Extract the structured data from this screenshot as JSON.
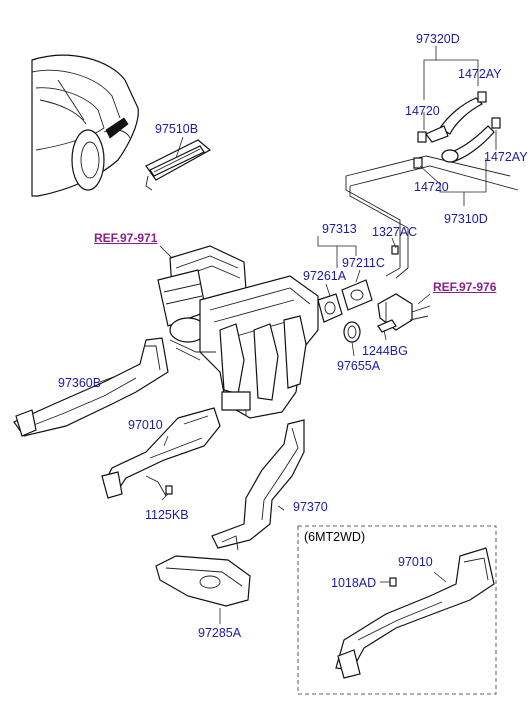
{
  "labels": {
    "p97320D": "97320D",
    "p1472AY_top": "1472AY",
    "p14720_top": "14720",
    "p1472AY_right": "1472AY",
    "p14720_bottom": "14720",
    "p97310D": "97310D",
    "p97510B": "97510B",
    "p97313": "97313",
    "p1327AC": "1327AC",
    "p97211C": "97211C",
    "p97261A": "97261A",
    "p1244BG": "1244BG",
    "p97655A": "97655A",
    "p97360B": "97360B",
    "p97010": "97010",
    "p1125KB": "1125KB",
    "p97370": "97370",
    "p97285A": "97285A",
    "p97010_box": "97010",
    "p1018AD": "1018AD"
  },
  "refs": {
    "ref971": "REF.97-971",
    "ref976": "REF.97-976"
  },
  "box": {
    "title": "(6MT2WD)"
  },
  "colors": {
    "part_number": "#1a1aa6",
    "reference": "#8a1f8a",
    "line": "#111111"
  }
}
